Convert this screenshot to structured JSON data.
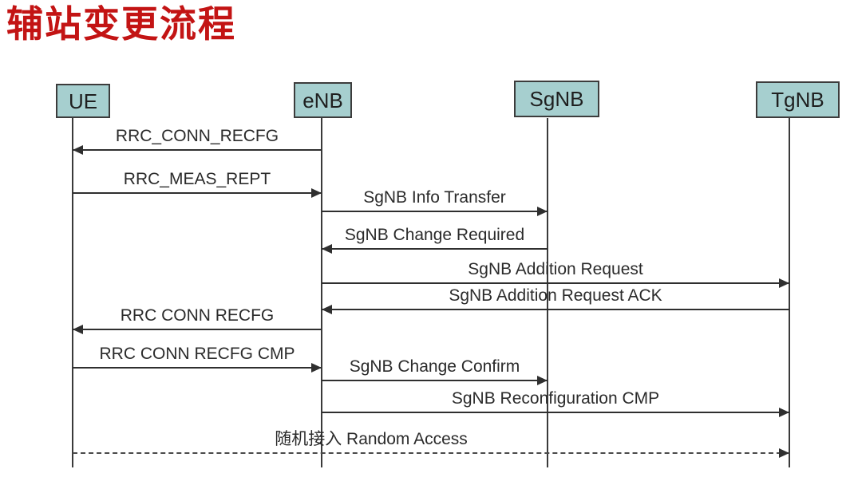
{
  "title": "辅站变更流程",
  "title_color": "#c31414",
  "diagram": {
    "actor_box_color": "#a6cfcf",
    "line_color": "#2f2f2f",
    "actors": [
      {
        "id": "UE",
        "label": "UE"
      },
      {
        "id": "eNB",
        "label": "eNB"
      },
      {
        "id": "SgNB",
        "label": "SgNB"
      },
      {
        "id": "TgNB",
        "label": "TgNB"
      }
    ],
    "messages": [
      {
        "label": "RRC_CONN_RECFG",
        "from": "eNB",
        "to": "UE",
        "style": "solid"
      },
      {
        "label": "RRC_MEAS_REPT",
        "from": "UE",
        "to": "eNB",
        "style": "solid"
      },
      {
        "label": "SgNB Info Transfer",
        "from": "eNB",
        "to": "SgNB",
        "style": "solid"
      },
      {
        "label": "SgNB Change Required",
        "from": "SgNB",
        "to": "eNB",
        "style": "solid"
      },
      {
        "label": "SgNB Addition Request",
        "from": "eNB",
        "to": "TgNB",
        "style": "solid"
      },
      {
        "label": "SgNB Addition Request ACK",
        "from": "TgNB",
        "to": "eNB",
        "style": "solid"
      },
      {
        "label": "RRC CONN RECFG",
        "from": "eNB",
        "to": "UE",
        "style": "solid"
      },
      {
        "label": "RRC CONN RECFG CMP",
        "from": "UE",
        "to": "eNB",
        "style": "solid"
      },
      {
        "label": "SgNB Change Confirm",
        "from": "eNB",
        "to": "SgNB",
        "style": "solid"
      },
      {
        "label": "SgNB Reconfiguration CMP",
        "from": "eNB",
        "to": "TgNB",
        "style": "solid"
      },
      {
        "label": "随机接入 Random Access",
        "from": "UE",
        "to": "TgNB",
        "style": "dashed"
      }
    ]
  }
}
